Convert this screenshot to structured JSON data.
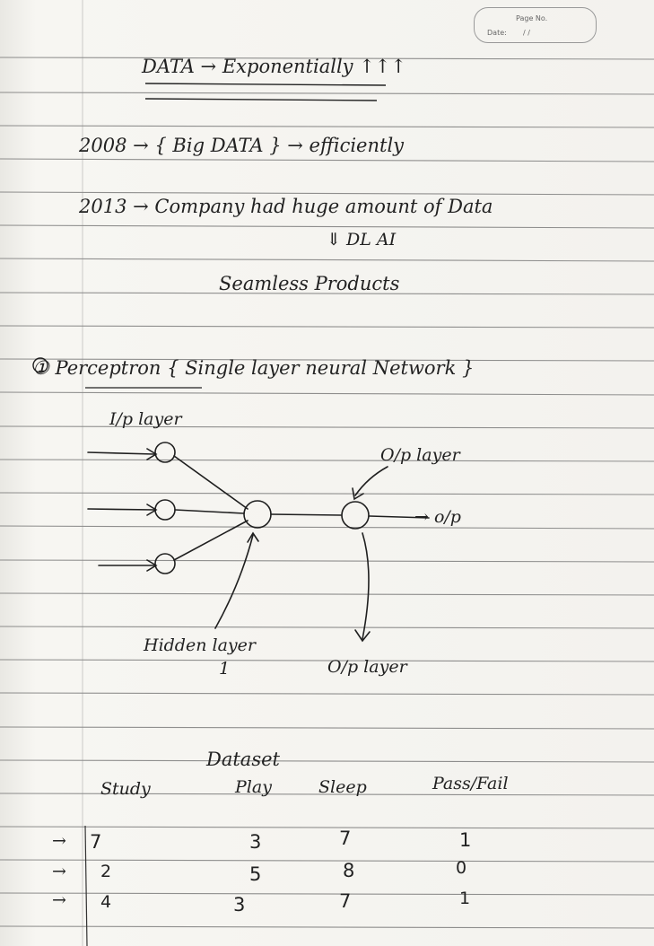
{
  "header": {
    "page_no_label": "Page No.",
    "date_label": "Date:",
    "date_value": "/ /"
  },
  "notes": {
    "title": "DATA → Exponentially ↑↑↑",
    "line_2008": "2008 → { Big DATA } → efficiently",
    "line_2013": "2013 → Company had huge amount of Data",
    "line_dl_ai": "⇓ DL AI",
    "line_seamless": "Seamless Products",
    "perceptron_heading": "① Perceptron { Single layer neural Network }",
    "input_layer_label": "I/p layer",
    "output_layer_label_top": "O/p layer",
    "output_arrow_label": "→ o/p",
    "hidden_layer_label": "Hidden layer",
    "hidden_layer_count": "1",
    "output_layer_label_bottom": "O/p layer"
  },
  "dataset": {
    "title": "Dataset",
    "columns": [
      "Study",
      "Play",
      "Sleep",
      "Pass/Fail"
    ],
    "rows": [
      {
        "marker": "→",
        "study": "7",
        "play": "3",
        "sleep": "7",
        "pass_fail": "1"
      },
      {
        "marker": "→",
        "study": "2",
        "play": "5",
        "sleep": "8",
        "pass_fail": "0"
      },
      {
        "marker": "→",
        "study": "4",
        "play": "3",
        "sleep": "7",
        "pass_fail": "1"
      }
    ]
  }
}
